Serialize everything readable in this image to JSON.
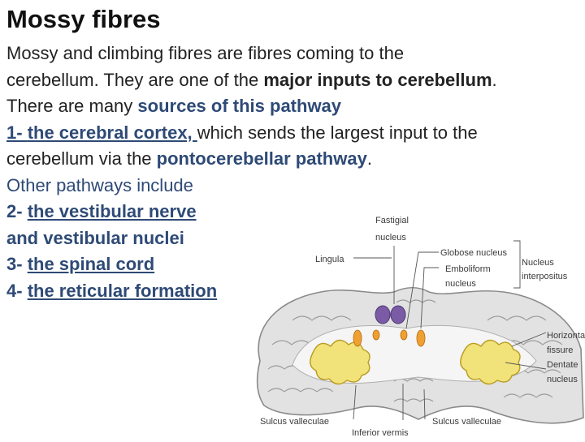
{
  "title": "Mossy fibres",
  "paragraph": {
    "line1": "Mossy and climbing fibres are fibres coming to the",
    "line2_a": "cerebellum. They are one of the ",
    "line2_b": "major inputs to cerebellum",
    "line2_c": ".",
    "line3_a": "There are many ",
    "line3_b": "sources of this pathway",
    "line4_num": "1- ",
    "line4_link": "the cerebral cortex, ",
    "line4_rest": "which sends the largest input to the",
    "line5_a": "cerebellum via the ",
    "line5_b": "pontocerebellar pathway",
    "line5_c": ".",
    "line6": "Other pathways include",
    "line7_num": "2- ",
    "line7_link": "the vestibular nerve",
    "line8": " and vestibular nuclei",
    "line9_num": "3- ",
    "line9_link": "the spinal cord",
    "line10_num": "4- ",
    "line10_link": "the reticular formation"
  },
  "figure": {
    "labels": {
      "fastigial": "Fastigial",
      "fastigial2": "nucleus",
      "lingula": "Lingula",
      "globose": "Globose nucleus",
      "emboliform": "Emboliform",
      "emboliform2": "nucleus",
      "interpositus": "Nucleus",
      "interpositus2": "interpositus",
      "horizontal": "Horizontal",
      "horizontal2": "fissure",
      "dentate": "Dentate",
      "dentate2": "nucleus",
      "sulcus_left": "Sulcus valleculae",
      "sulcus_right": "Sulcus valleculae",
      "inferior_vermis": "Inferior vermis"
    },
    "colors": {
      "cortex": "#dcdcdc",
      "fastigial": "#7b5aa6",
      "globose": "#f0a030",
      "dentate": "#f2e27a"
    }
  }
}
